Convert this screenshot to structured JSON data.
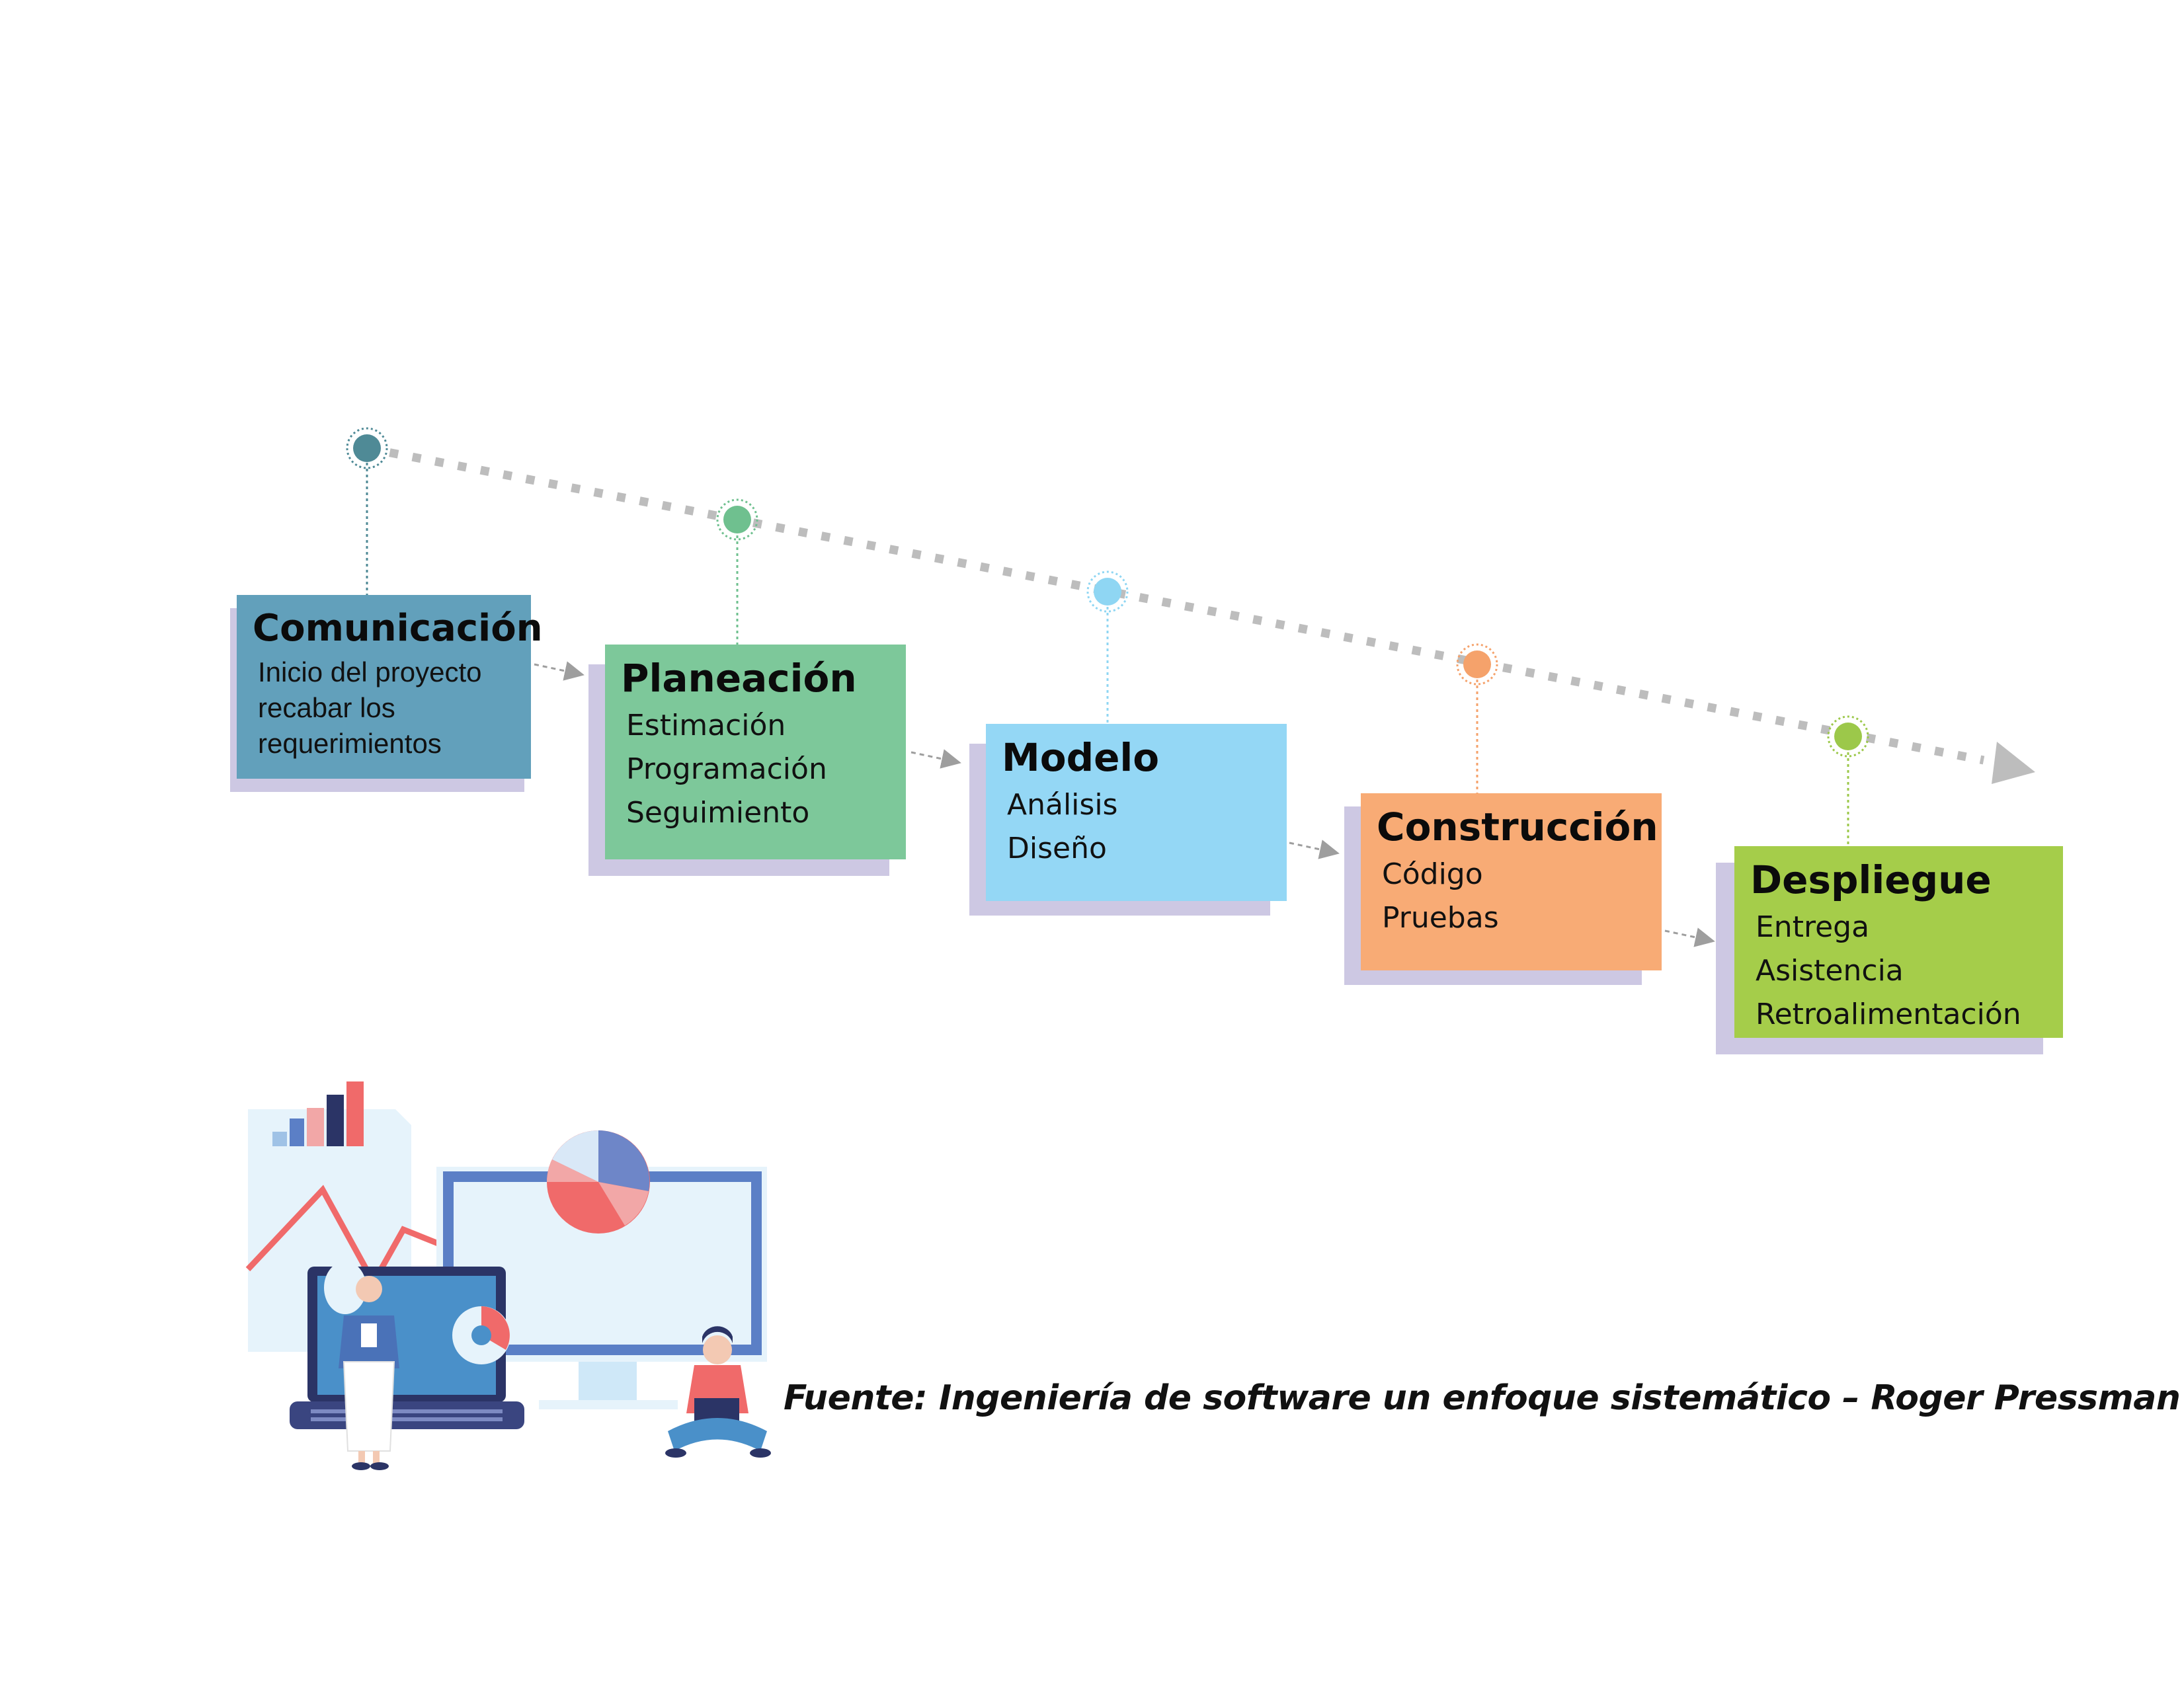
{
  "stages": [
    {
      "id": "comunicacion",
      "title": "Comunicación",
      "items": [
        "Inicio del proyecto",
        "recabar los",
        "requerimientos"
      ],
      "color": "#62a0bb",
      "marker_color": "#4f8a96"
    },
    {
      "id": "planeacion",
      "title": "Planeación",
      "items": [
        "Estimación",
        "Programación",
        "Seguimiento"
      ],
      "color": "#7dc89a",
      "marker_color": "#6fc08f"
    },
    {
      "id": "modelo",
      "title": "Modelo",
      "items": [
        "Análisis",
        "Diseño"
      ],
      "color": "#94d7f5",
      "marker_color": "#8fd6f3"
    },
    {
      "id": "construccion",
      "title": "Construcción",
      "items": [
        "Código",
        "Pruebas"
      ],
      "color": "#f8ab75",
      "marker_color": "#f5a26b"
    },
    {
      "id": "despliegue",
      "title": "Despliegue",
      "items": [
        "Entrega",
        "Asistencia",
        "Retroalimentación"
      ],
      "color": "#a5cd4a",
      "marker_color": "#9cc84a"
    }
  ],
  "colors": {
    "shadow": "#cdc8e3",
    "timeline": "#bdbdbd",
    "connector_arrow": "#9e9e9e"
  },
  "source": "Fuente: Ingeniería de software un enfoque sistemático – Roger Pressman",
  "illustration": {
    "icons": [
      "document-chart-icon",
      "monitor-icon",
      "pie-chart-icon",
      "laptop-icon",
      "woman-figure-icon",
      "man-figure-icon",
      "trend-arrow-icon"
    ]
  }
}
